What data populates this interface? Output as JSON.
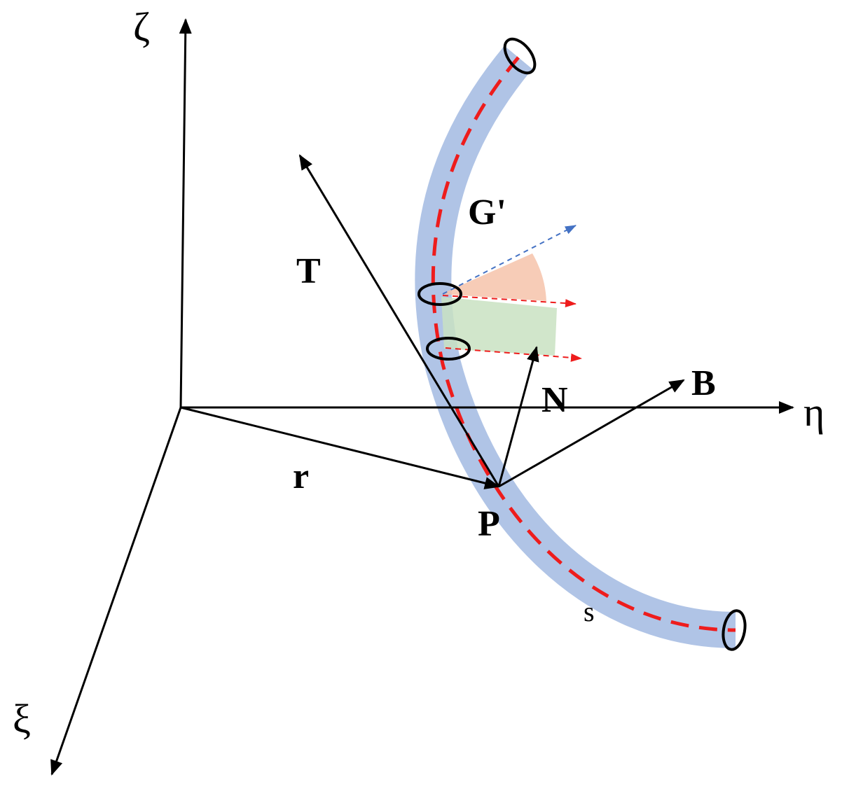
{
  "labels": {
    "zeta": "ζ",
    "eta": "η",
    "xi": "ξ",
    "T": "T",
    "G_prime": "G'",
    "N": "N",
    "B": "B",
    "r": "r",
    "P": "P",
    "s": "s"
  },
  "colors": {
    "tube": "#b0c4e6",
    "centerline": "#ee1c1c",
    "axes": "#000000",
    "angle_sector": "#f6c3aa",
    "section_patch": "#c9e2c2",
    "dashed_blue": "#4472c4"
  }
}
